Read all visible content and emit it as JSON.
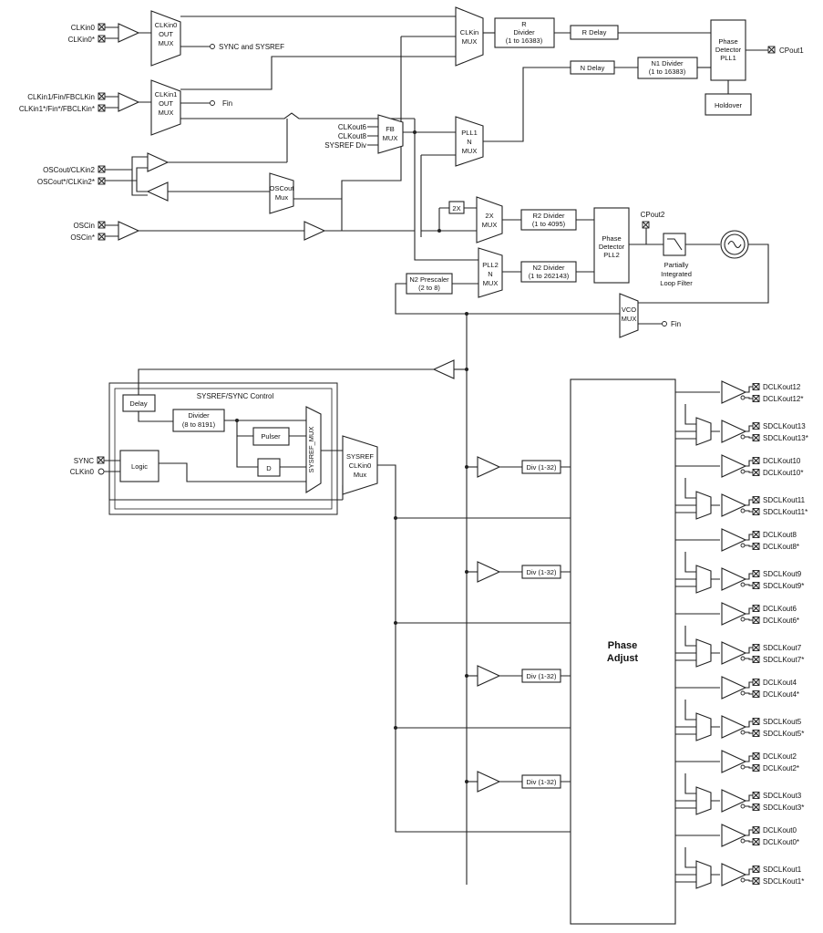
{
  "inputs": {
    "clkin0": "CLKin0",
    "clkin0_n": "CLKin0*",
    "clkin1": "CLKin1/Fin/FBCLKin",
    "clkin1_n": "CLKin1*/Fin*/FBCLKin*",
    "osc_out": "OSCout/CLKin2",
    "osc_out_n": "OSCout*/CLKin2*",
    "oscin": "OSCin",
    "oscin_n": "OSCin*",
    "sync": "SYNC",
    "clkin0_b": "CLKin0"
  },
  "mux": {
    "clkin0_out": [
      "CLKin0",
      "OUT",
      "MUX"
    ],
    "clkin1_out": [
      "CLKin1",
      "OUT",
      "MUX"
    ],
    "clkin": [
      "CLKin",
      "MUX"
    ],
    "fb": [
      "FB",
      "MUX"
    ],
    "pll1_n": [
      "PLL1",
      "N",
      "MUX"
    ],
    "oscout": [
      "OSCout",
      "Mux"
    ],
    "x2": [
      "2X",
      "MUX"
    ],
    "pll2_n": [
      "PLL2",
      "N",
      "MUX"
    ],
    "vco": [
      "VCO",
      "MUX"
    ],
    "sysref_mux": "SYSREF_MUX",
    "sysref_clkin0": [
      "SYSREF",
      "CLKin0",
      "Mux"
    ]
  },
  "labels": {
    "sync_sysref": "SYNC and SYSREF",
    "fin": "Fin",
    "fin_vco": "Fin",
    "fb_clkout6": "CLKout6",
    "fb_clkout8": "CLKout8",
    "fb_sysref_div": "SYSREF Div",
    "cpout1": "CPout1",
    "cpout2": "CPout2",
    "x2_box": "2X",
    "sysref_sync_control": "SYSREF/SYNC Control"
  },
  "blocks": {
    "r_divider": [
      "R",
      "Divider",
      "(1 to 16383)"
    ],
    "r_delay": "R Delay",
    "n_delay": "N Delay",
    "n1_divider": [
      "N1 Divider",
      "(1 to 16383)"
    ],
    "pd_pll1": [
      "Phase",
      "Detector",
      "PLL1"
    ],
    "holdover": "Holdover",
    "r2_divider": [
      "R2 Divider",
      "(1 to 4095)"
    ],
    "pd_pll2": [
      "Phase",
      "Detector",
      "PLL2"
    ],
    "loop_filter": [
      "Partially",
      "Integrated",
      "Loop Filter"
    ],
    "n2_divider": [
      "N2 Divider",
      "(1 to 262143)"
    ],
    "n2_prescaler": [
      "N2 Prescaler",
      "(2 to 8)"
    ],
    "delay": "Delay",
    "divider": [
      "Divider",
      "(8 to 8191)"
    ],
    "pulser": "Pulser",
    "d": "D",
    "logic": "Logic",
    "div": [
      "Div (1-32)",
      "Div (1-32)",
      "Div (1-32)",
      "Div (1-32)"
    ],
    "phase_adjust": [
      "Phase",
      "Adjust"
    ]
  },
  "outputs": [
    {
      "p": "DCLKout12",
      "n": "DCLKout12*"
    },
    {
      "p": "SDCLKout13",
      "n": "SDCLKout13*"
    },
    {
      "p": "DCLKout10",
      "n": "DCLKout10*"
    },
    {
      "p": "SDCLKout11",
      "n": "SDCLKout11*"
    },
    {
      "p": "DCLKout8",
      "n": "DCLKout8*"
    },
    {
      "p": "SDCLKout9",
      "n": "SDCLKout9*"
    },
    {
      "p": "DCLKout6",
      "n": "DCLKout6*"
    },
    {
      "p": "SDCLKout7",
      "n": "SDCLKout7*"
    },
    {
      "p": "DCLKout4",
      "n": "DCLKout4*"
    },
    {
      "p": "SDCLKout5",
      "n": "SDCLKout5*"
    },
    {
      "p": "DCLKout2",
      "n": "DCLKout2*"
    },
    {
      "p": "SDCLKout3",
      "n": "SDCLKout3*"
    },
    {
      "p": "DCLKout0",
      "n": "DCLKout0*"
    },
    {
      "p": "SDCLKout1",
      "n": "SDCLKout1*"
    }
  ]
}
